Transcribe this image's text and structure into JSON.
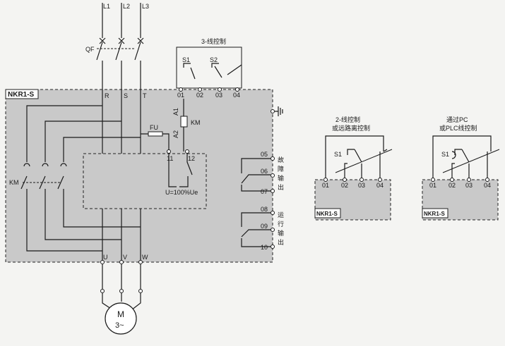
{
  "main": {
    "lines": [
      "L1",
      "L2",
      "L3"
    ],
    "breaker": "QF",
    "device": "NKR1-S",
    "input_terminals": [
      "R",
      "S",
      "T"
    ],
    "output_terminals": [
      "U",
      "V",
      "W"
    ],
    "motor": {
      "symbol": "M",
      "phase": "3~"
    },
    "contactor_label": "KM",
    "coil": {
      "label": "KM",
      "a1": "A1",
      "a2": "A2"
    },
    "fuse": "FU",
    "relay_terminals": {
      "t11": "11",
      "t12": "12",
      "note": "U=100%Ue"
    },
    "fault_output": {
      "terminals": [
        "05",
        "06",
        "07"
      ],
      "label": "故障输出"
    },
    "run_output": {
      "terminals": [
        "08",
        "09",
        "10"
      ],
      "label": "运行输出"
    }
  },
  "control_3wire": {
    "title": "3-线控制",
    "switches": [
      "S1",
      "S2"
    ],
    "terminals": [
      "01",
      "02",
      "03",
      "04"
    ]
  },
  "control_2wire": {
    "title_line1": "2-线控制",
    "title_line2": "或远路离控制",
    "switch": "S1",
    "terminals": [
      "01",
      "02",
      "03",
      "04"
    ],
    "box_label": "NKR1-S"
  },
  "control_plc": {
    "title_line1": "通过PC",
    "title_line2": "或PLC线控制",
    "switch": "S1",
    "terminals": [
      "01",
      "02",
      "03",
      "04"
    ],
    "box_label": "NKR1-S"
  }
}
